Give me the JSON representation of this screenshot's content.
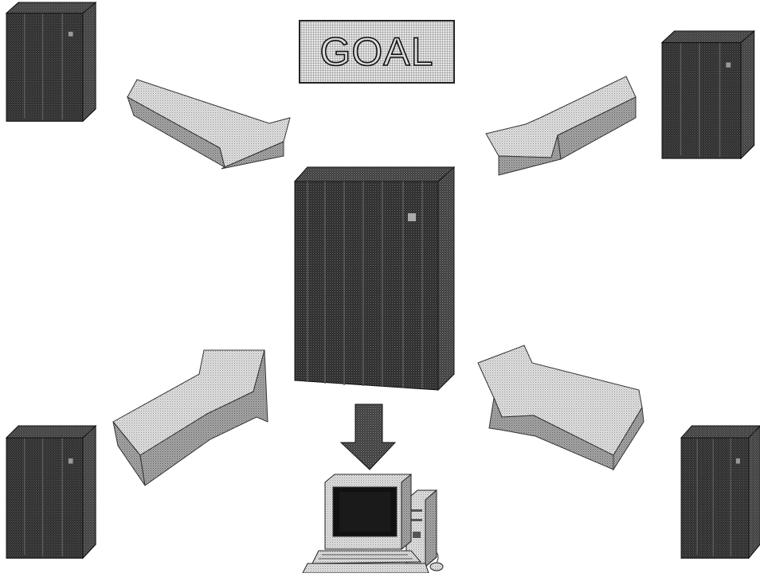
{
  "diagram": {
    "title": "GOAL",
    "nodes": [
      {
        "id": "server-top-left",
        "kind": "server-tower-icon"
      },
      {
        "id": "server-top-right",
        "kind": "server-tower-icon"
      },
      {
        "id": "server-bottom-left",
        "kind": "server-tower-icon"
      },
      {
        "id": "server-bottom-right",
        "kind": "server-tower-icon"
      },
      {
        "id": "central-mainframe",
        "kind": "mainframe-icon"
      },
      {
        "id": "workstation",
        "kind": "desktop-computer-icon"
      }
    ],
    "edges": [
      {
        "from": "server-top-left",
        "to": "central-mainframe"
      },
      {
        "from": "server-top-right",
        "to": "central-mainframe"
      },
      {
        "from": "server-bottom-left",
        "to": "central-mainframe"
      },
      {
        "from": "server-bottom-right",
        "to": "central-mainframe"
      },
      {
        "from": "central-mainframe",
        "to": "workstation"
      }
    ],
    "colors": {
      "dark_cabinet": "#2e2e2e",
      "arrow_light": "#dadada",
      "arrow_shadow": "#8c8c8c",
      "down_arrow": "#555555"
    }
  }
}
